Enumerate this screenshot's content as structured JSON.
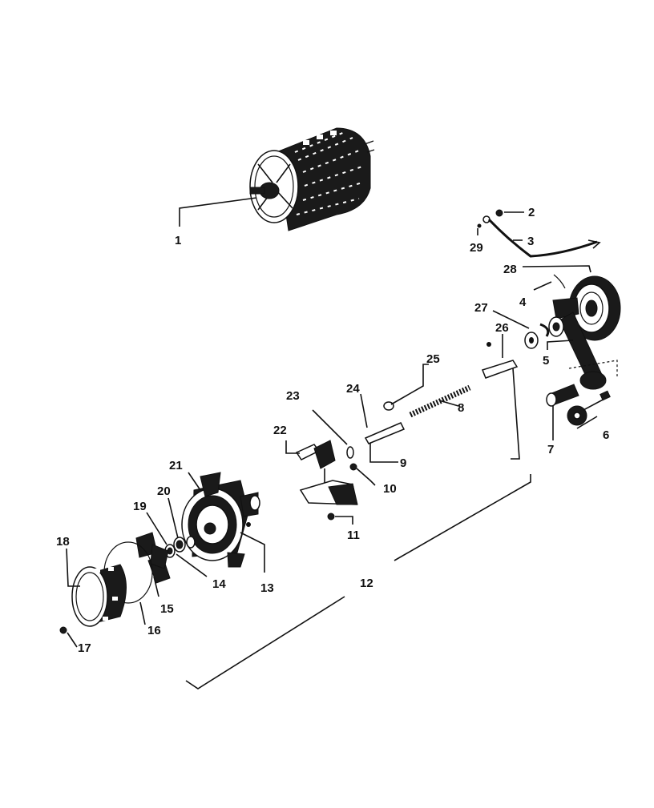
{
  "diagram": {
    "parts": [
      {
        "id": "p1",
        "label": "1",
        "name": "motor"
      },
      {
        "id": "p2",
        "label": "2",
        "name": "nut"
      },
      {
        "id": "p3",
        "label": "3",
        "name": "wire-link"
      },
      {
        "id": "p4",
        "label": "4",
        "name": "retaining-clip"
      },
      {
        "id": "p5",
        "label": "5",
        "name": "lever-arm-assembly"
      },
      {
        "id": "p6",
        "label": "6",
        "name": "bolt"
      },
      {
        "id": "p7",
        "label": "7",
        "name": "sleeve"
      },
      {
        "id": "p8",
        "label": "8",
        "name": "spring"
      },
      {
        "id": "p9",
        "label": "9",
        "name": "pin"
      },
      {
        "id": "p10",
        "label": "10",
        "name": "screw"
      },
      {
        "id": "p11",
        "label": "11",
        "name": "screw"
      },
      {
        "id": "p12",
        "label": "12",
        "name": "assembly-bracket"
      },
      {
        "id": "p13",
        "label": "13",
        "name": "pump-housing"
      },
      {
        "id": "p14",
        "label": "14",
        "name": "seal"
      },
      {
        "id": "p15",
        "label": "15",
        "name": "impeller"
      },
      {
        "id": "p16",
        "label": "16",
        "name": "gasket"
      },
      {
        "id": "p17",
        "label": "17",
        "name": "screw"
      },
      {
        "id": "p18",
        "label": "18",
        "name": "pump-cover"
      },
      {
        "id": "p19",
        "label": "19",
        "name": "washer"
      },
      {
        "id": "p20",
        "label": "20",
        "name": "seal"
      },
      {
        "id": "p21",
        "label": "21",
        "name": "housing-assembly"
      },
      {
        "id": "p22",
        "label": "22",
        "name": "switch-bracket"
      },
      {
        "id": "p23",
        "label": "23",
        "name": "clip"
      },
      {
        "id": "p24",
        "label": "24",
        "name": "shaft"
      },
      {
        "id": "p25",
        "label": "25",
        "name": "washer"
      },
      {
        "id": "p26",
        "label": "26",
        "name": "pin"
      },
      {
        "id": "p27",
        "label": "27",
        "name": "washer"
      },
      {
        "id": "p28",
        "label": "28",
        "name": "linkage-bracket"
      },
      {
        "id": "p29",
        "label": "29",
        "name": "washer"
      }
    ]
  }
}
